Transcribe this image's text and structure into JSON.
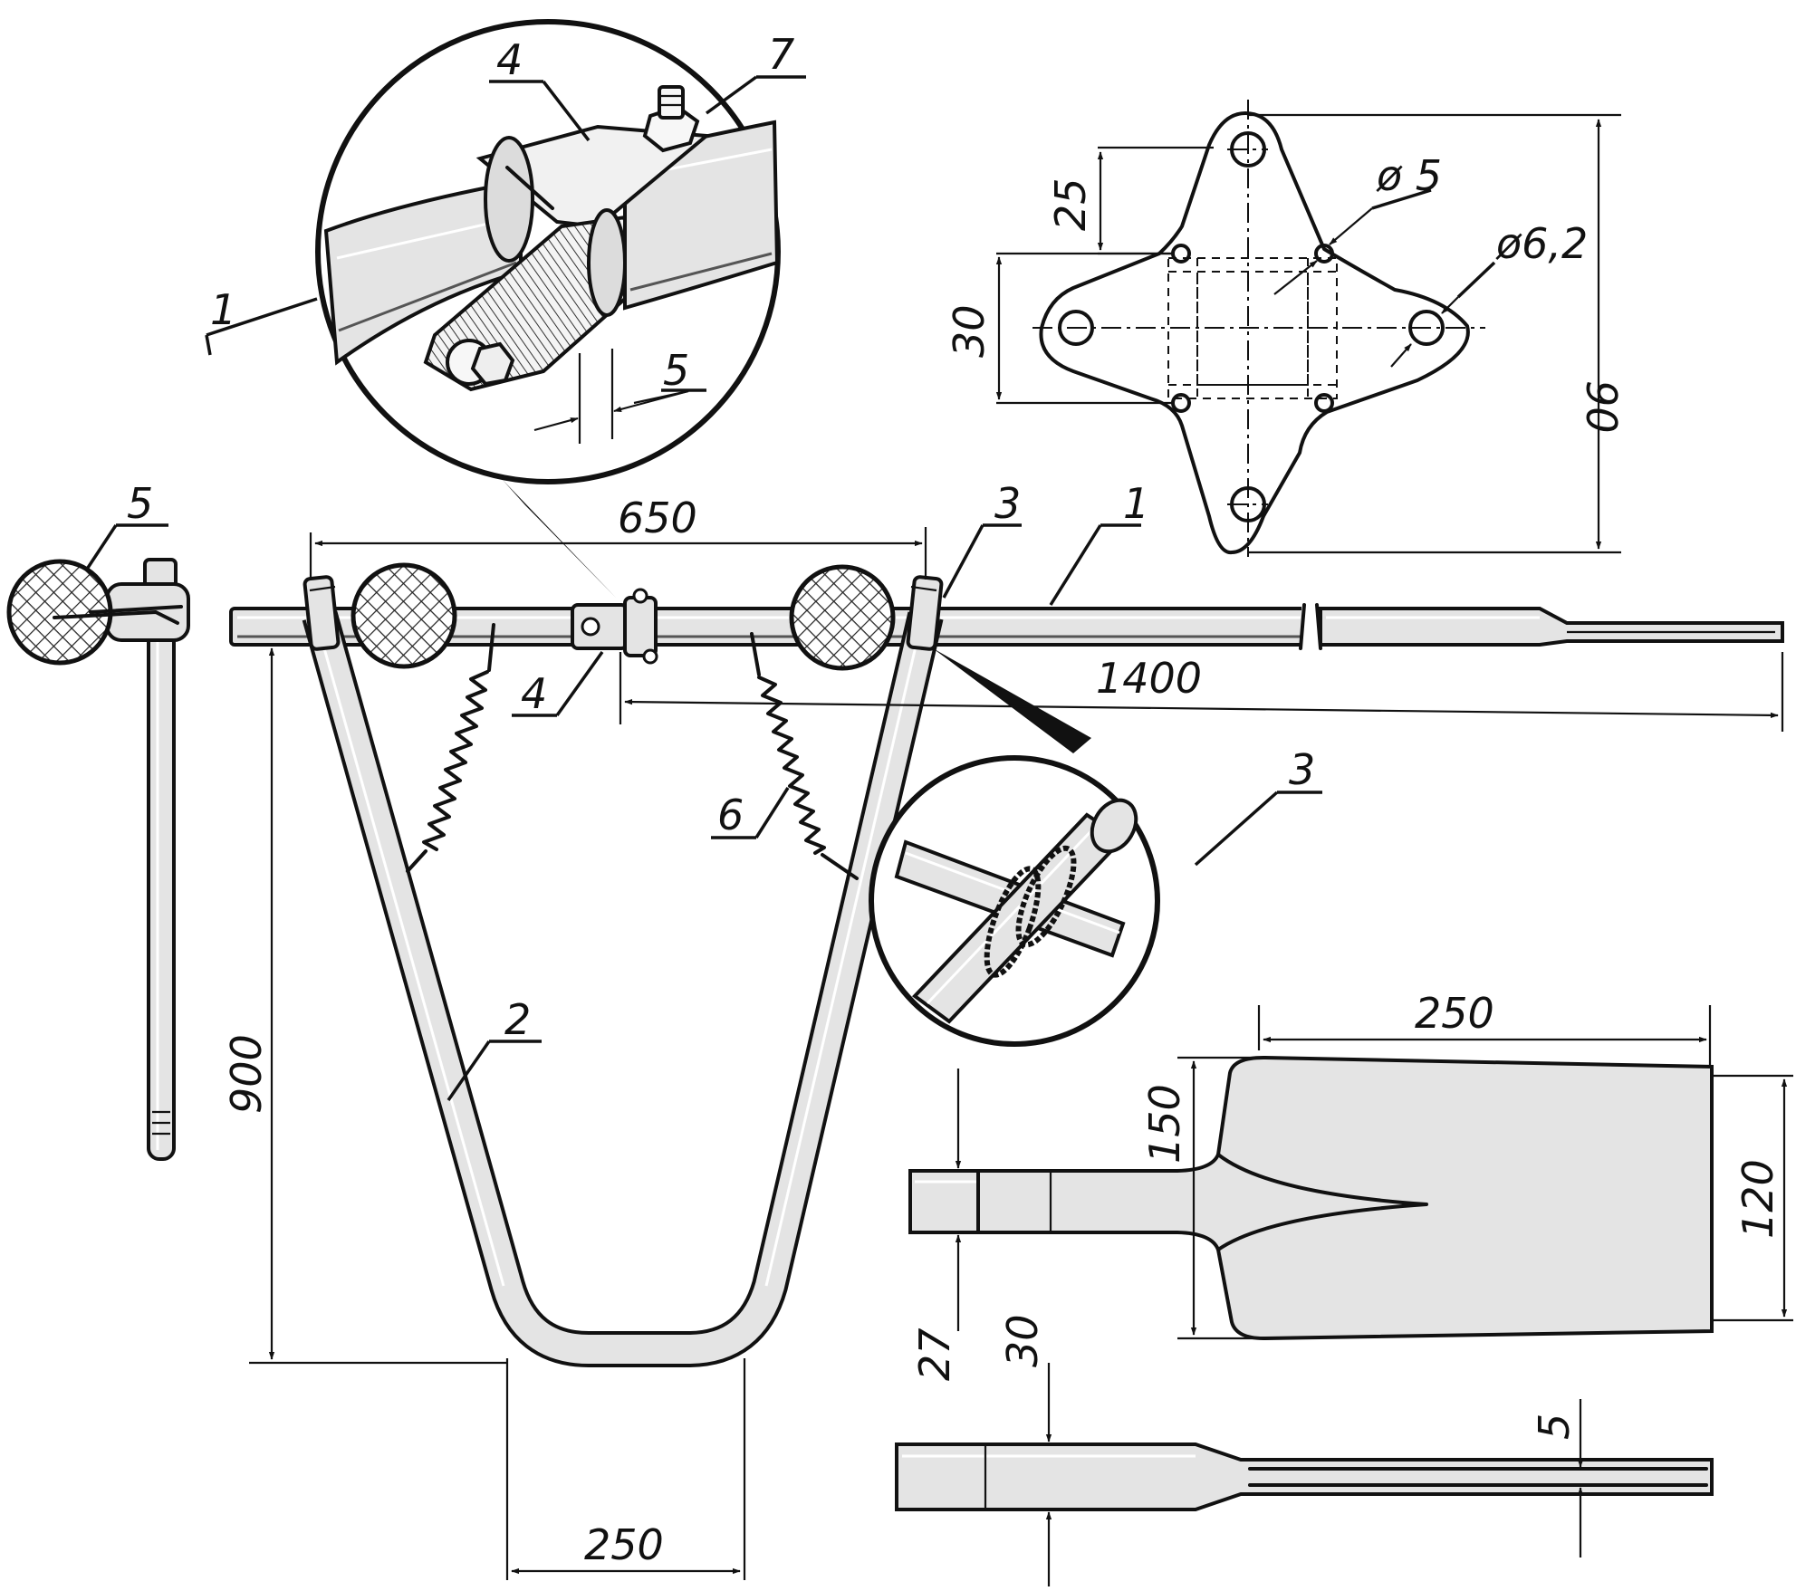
{
  "parts": {
    "p1a": "1",
    "p1b": "1",
    "p2": "2",
    "p3a": "3",
    "p3b": "3",
    "p4a": "4",
    "p4b": "4",
    "p5": "5",
    "p6": "6",
    "p7": "7"
  },
  "dimensions": {
    "bar_span": "650",
    "bar_length": "1400",
    "frame_height": "900",
    "frame_bottom": "250",
    "detail_gap": "5",
    "plate_25": "25",
    "plate_30": "30",
    "plate_90": "90",
    "plate_hole_small": "ø 5",
    "plate_hole_large": "ø6,2",
    "blade_250": "250",
    "blade_150": "150",
    "blade_120": "120",
    "blade_27": "27",
    "blade_30": "30",
    "blade_5": "5"
  }
}
